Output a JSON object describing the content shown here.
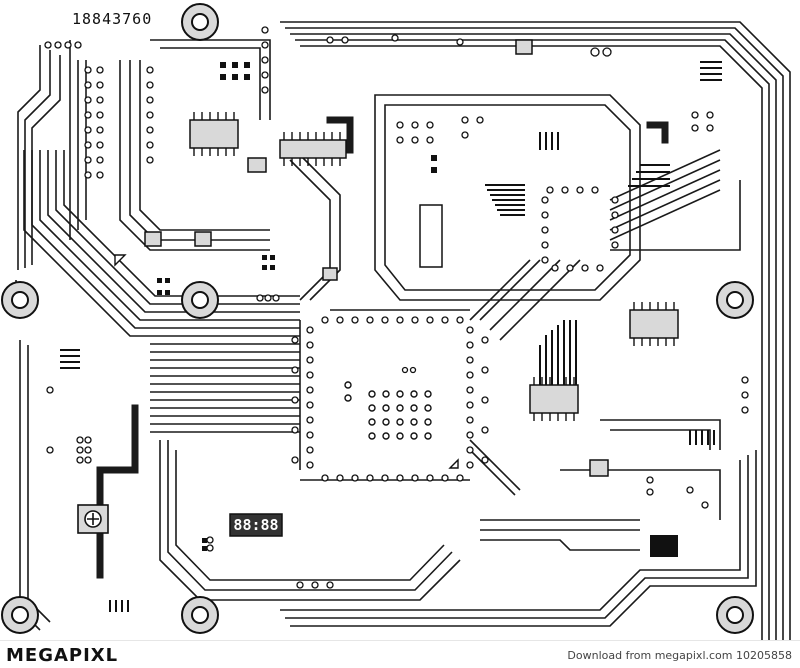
{
  "board": {
    "serial": "18843760",
    "display_digits": "88:88"
  },
  "footer": {
    "logo": "MEGAPIXL",
    "download_text": "Download from megapixl.com",
    "image_id": "10205858"
  },
  "colors": {
    "trace": "#1a1a1a",
    "background": "#ffffff",
    "chip_fill": "#d9d9d9",
    "chip_dark": "#333333"
  },
  "icons": [
    "mounting-hole-icon",
    "ic-chip-icon",
    "pad-icon",
    "seven-segment-display-icon",
    "trimmer-potentiometer-icon"
  ]
}
